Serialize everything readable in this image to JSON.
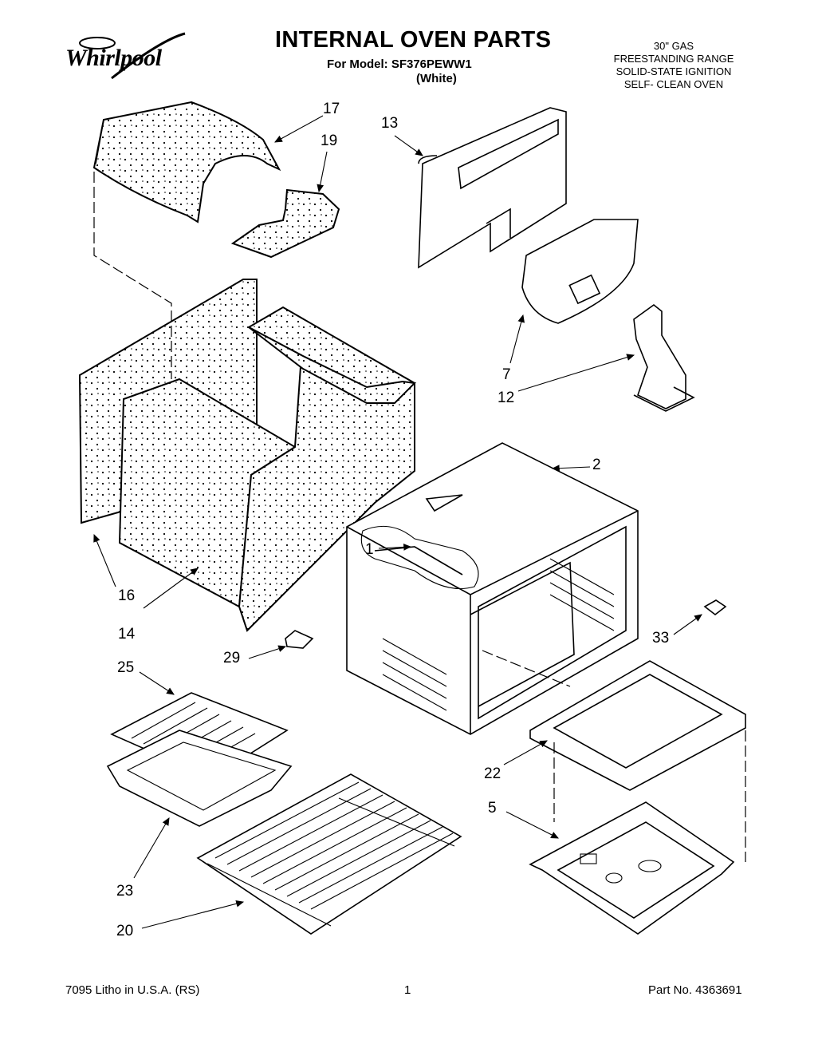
{
  "header": {
    "brand": "Whirlpool",
    "title": "INTERNAL OVEN PARTS",
    "model_line": "For Model: SF376PEWW1",
    "color_line": "(White)",
    "description": [
      "30\" GAS",
      "FREESTANDING RANGE",
      "SOLID-STATE IGNITION",
      "SELF- CLEAN OVEN"
    ]
  },
  "callouts": {
    "c1": "1",
    "c2": "2",
    "c5": "5",
    "c7": "7",
    "c12": "12",
    "c13": "13",
    "c14": "14",
    "c16": "16",
    "c17": "17",
    "c19": "19",
    "c20": "20",
    "c22": "22",
    "c23": "23",
    "c25": "25",
    "c29": "29",
    "c33": "33"
  },
  "footer": {
    "litho": "7095 Litho in U.S.A. (RS)",
    "page": "1",
    "part_no": "Part No. 4363691"
  }
}
